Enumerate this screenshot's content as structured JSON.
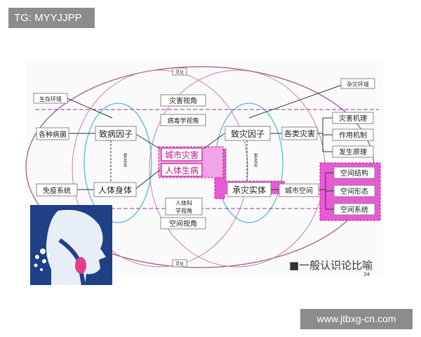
{
  "watermark_top_left": "TG: MYYJJPP",
  "watermark_bottom_right": "www.jtbxg-cn.com",
  "diagram": {
    "top_circle_label": "灵化",
    "bottom_circle_label": "灵化",
    "left_env": "生存环境",
    "right_env": "孕灾环境",
    "disaster_view": "灾害视角",
    "pathology_view": "病毒学视角",
    "human_science_view_line1": "人体科",
    "human_science_view_line2": "学视角",
    "space_view": "空间视角",
    "pathogens": "各种病菌",
    "pathogenic_factor": "致病因子",
    "immune_system": "免疫系统",
    "human_body": "人体身体",
    "interaction_left": "相互作用",
    "interaction_right": "相互作用",
    "urban_disaster": "城市灾害",
    "human_disease": "人体生病",
    "disaster_factor": "致灾因子",
    "disaster_bearer": "承灾实体",
    "various_disasters": "各类灾害",
    "urban_space": "城市空间",
    "mechanism": "灾害机理",
    "action": "作用机制",
    "principle": "发生原理",
    "space_structure": "空间结构",
    "space_form": "空间形态",
    "space_system": "空间系统",
    "title": "■一般认识论比喻",
    "page_no": "34"
  },
  "colors": {
    "magenta": "#e85ad6",
    "magenta_dark": "#c0148e",
    "ellipse_purple": "#a05a8c",
    "ellipse_cyan": "#57b7e2",
    "dash": "#8a3e9a",
    "thumb_bg": "#1f3f86"
  },
  "icons": [
    "human-head-cough-icon"
  ]
}
